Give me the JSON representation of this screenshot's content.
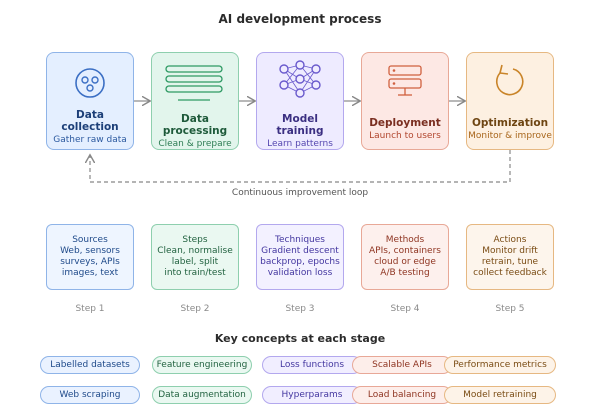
{
  "title": "AI development process",
  "stages": [
    {
      "name_lines": [
        "Data",
        "collection"
      ],
      "sub": "Gather raw data",
      "icon": "dots-circle-icon",
      "color": "#3b6fc4"
    },
    {
      "name_lines": [
        "Data",
        "processing"
      ],
      "sub": "Clean & prepare",
      "icon": "text-lines-icon",
      "color": "#2e9a63"
    },
    {
      "name_lines": [
        "Model",
        "training"
      ],
      "sub": "Learn patterns",
      "icon": "neural-network-icon",
      "color": "#6a5acd"
    },
    {
      "name_lines": [
        "Deployment"
      ],
      "sub": "Launch to users",
      "icon": "server-stack-icon",
      "color": "#d0603f"
    },
    {
      "name_lines": [
        "Optimization"
      ],
      "sub": "Monitor & improve",
      "icon": "refresh-cycle-icon",
      "color": "#c98428"
    }
  ],
  "loop_label": "Continuous improvement loop",
  "details": [
    {
      "lines": [
        "Sources",
        "Web, sensors",
        "surveys, APIs",
        "images, text"
      ]
    },
    {
      "lines": [
        "Steps",
        "Clean, normalise",
        "label, split",
        "into train/test"
      ]
    },
    {
      "lines": [
        "Techniques",
        "Gradient descent",
        "backprop, epochs",
        "validation loss"
      ]
    },
    {
      "lines": [
        "Methods",
        "APIs, containers",
        "cloud or edge",
        "A/B testing"
      ]
    },
    {
      "lines": [
        "Actions",
        "Monitor drift",
        "retrain, tune",
        "collect feedback"
      ]
    }
  ],
  "steps": [
    "Step 1",
    "Step 2",
    "Step 3",
    "Step 4",
    "Step 5"
  ],
  "concepts_title": "Key concepts at each stage",
  "concepts": [
    [
      "Labelled datasets",
      "Web scraping"
    ],
    [
      "Feature engineering",
      "Data augmentation"
    ],
    [
      "Loss functions",
      "Hyperparams"
    ],
    [
      "Scalable APIs",
      "Load balancing"
    ],
    [
      "Performance metrics",
      "Model retraining"
    ]
  ]
}
